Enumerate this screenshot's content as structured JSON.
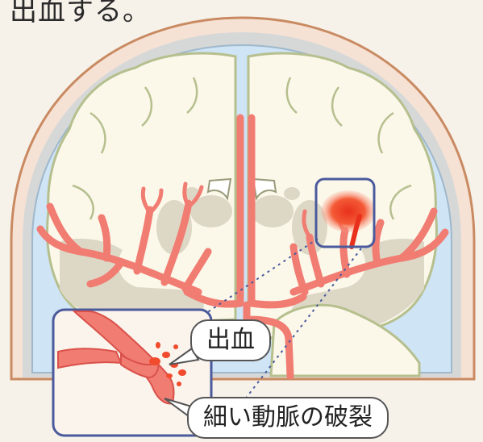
{
  "title": "出血する。",
  "callouts": {
    "bleeding": "出血",
    "rupture": "細い動脈の破裂"
  },
  "colors": {
    "background": "#f6f2ea",
    "skull_outer": "#c98a62",
    "skull_fill": "#f6e2d4",
    "bone": "#d6d8d8",
    "csf": "#cfe4f4",
    "brain_fill": "#fbf8ea",
    "brain_edge": "#b6bf8e",
    "deep_gray": "#ddd8c6",
    "artery": "#f17c72",
    "artery_edge": "#d9514a",
    "hemorrhage": "#f24a2c",
    "frame": "#4a5a9c"
  }
}
